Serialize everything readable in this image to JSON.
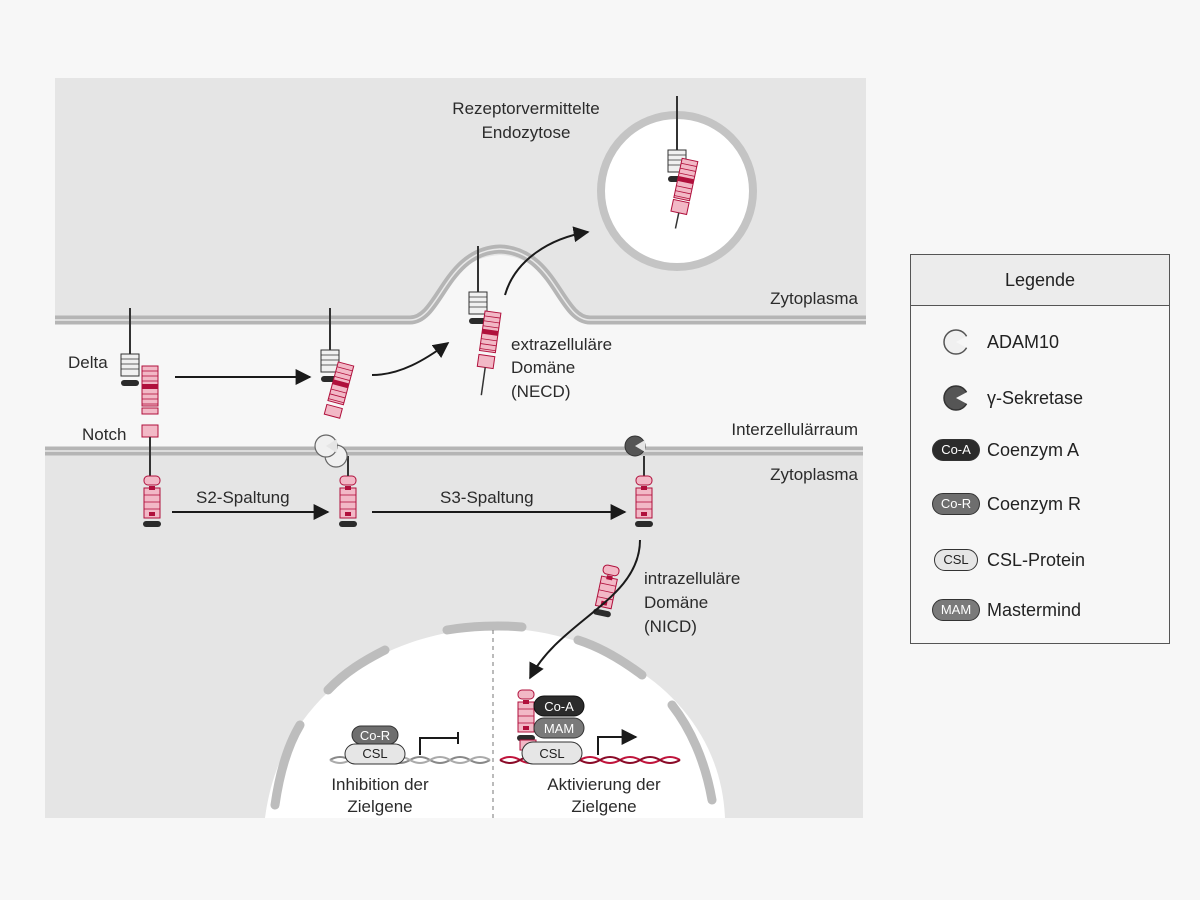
{
  "labels": {
    "endocytosis": [
      "Rezeptorvermittelte",
      "Endozytose"
    ],
    "cytoplasm_top": "Zytoplasma",
    "delta": "Delta",
    "notch": "Notch",
    "necd": [
      "extrazelluläre",
      "Domäne",
      "(NECD)"
    ],
    "intercellular": "Interzellulärraum",
    "cytoplasm_bottom": "Zytoplasma",
    "s2": "S2-Spaltung",
    "s3": "S3-Spaltung",
    "nicd": [
      "intrazelluläre",
      "Domäne",
      "(NICD)"
    ],
    "inhibition": [
      "Inhibition der",
      "Zielgene"
    ],
    "activation": [
      "Aktivierung der",
      "Zielgene"
    ],
    "co_r": "Co-R",
    "co_a": "Co-A",
    "csl": "CSL",
    "mam": "MAM"
  },
  "legend": {
    "title": "Legende",
    "items": [
      {
        "label": "ADAM10",
        "icon": "adam10-icon"
      },
      {
        "label": "γ-Sekretase",
        "icon": "gamma-secretase-icon"
      },
      {
        "label": "Coenzym A",
        "badge": "Co-A"
      },
      {
        "label": "Coenzym R",
        "badge": "Co-R"
      },
      {
        "label": "CSL-Protein",
        "badge": "CSL"
      },
      {
        "label": "Mastermind",
        "badge": "MAM"
      }
    ]
  },
  "colors": {
    "pink": "#f2b8c6",
    "crimson": "#b0103c",
    "membrane": "#b5b5b5",
    "cell": "#e5e5e5",
    "dark": "#2b2b2b",
    "dna_red": "#c0143c"
  }
}
